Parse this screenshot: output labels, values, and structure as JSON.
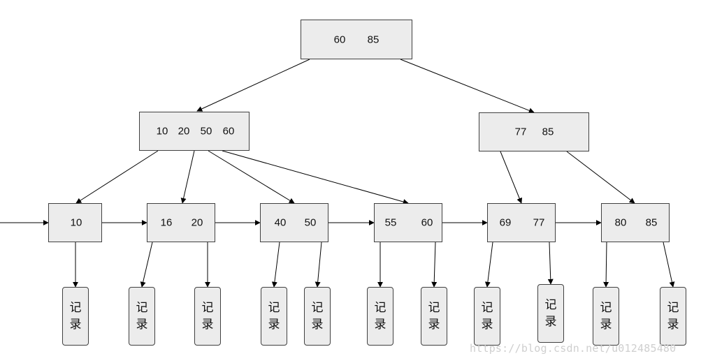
{
  "tree": {
    "root": {
      "keys": [
        "60",
        "85"
      ]
    },
    "internal": [
      {
        "keys": [
          "10",
          "20",
          "50",
          "60"
        ]
      },
      {
        "keys": [
          "77",
          "85"
        ]
      }
    ],
    "leaves": [
      {
        "keys": [
          "10"
        ]
      },
      {
        "keys": [
          "16",
          "20"
        ]
      },
      {
        "keys": [
          "40",
          "50"
        ]
      },
      {
        "keys": [
          "55",
          "60"
        ]
      },
      {
        "keys": [
          "69",
          "77"
        ]
      },
      {
        "keys": [
          "80",
          "85"
        ]
      }
    ],
    "record_label": "记录"
  },
  "colors": {
    "node_fill": "#ececec",
    "border": "#404040",
    "arrow": "#000000",
    "watermark": "#cfcfcf"
  },
  "watermark": "https://blog.csdn.net/u012485480"
}
